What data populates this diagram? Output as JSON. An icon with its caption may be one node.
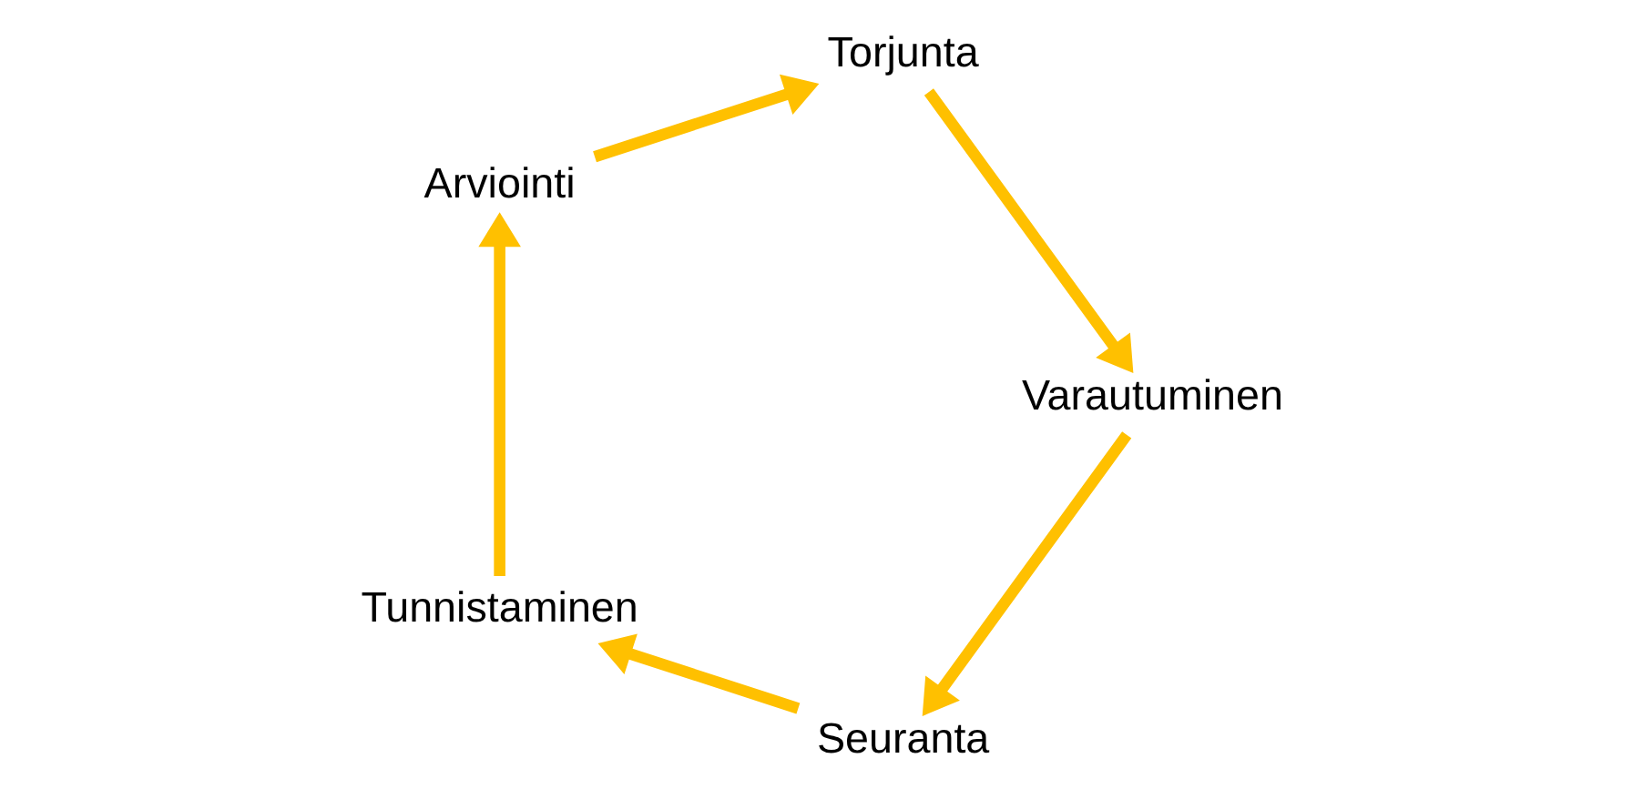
{
  "diagram": {
    "nodes": [
      {
        "text": [
          "Seuranta"
        ]
      },
      {
        "text": [
          "Tunnistaminen"
        ]
      },
      {
        "text": [
          "Arviointi"
        ]
      },
      {
        "text": [
          "Torjunta"
        ]
      },
      {
        "text": [
          "Varautuminen"
        ]
      }
    ],
    "edges": [
      {
        "from": 0,
        "to": 1,
        "arrow": "to"
      },
      {
        "from": 1,
        "to": 2,
        "arrow": "to"
      },
      {
        "from": 2,
        "to": 3,
        "arrow": "to"
      },
      {
        "from": 3,
        "to": 4,
        "arrow": "to"
      },
      {
        "from": 4,
        "to": 0,
        "arrow": "to"
      }
    ]
  }
}
